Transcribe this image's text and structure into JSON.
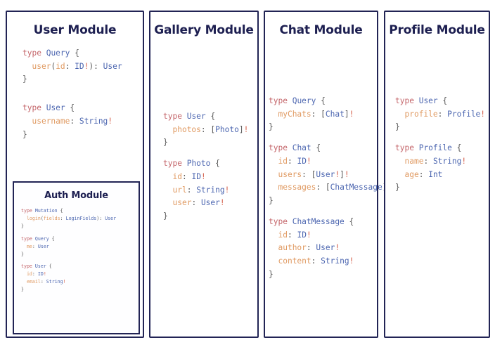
{
  "theme": {
    "border_color": "#222455",
    "title_color": "#1d1f51",
    "keyword_color": "#c4656a",
    "typename_color": "#4c66b0",
    "field_color": "#e09a62",
    "bang_color": "#d45f4a",
    "punctuation_color": "#5a5a5a",
    "background": "#ffffff"
  },
  "panels": {
    "user": {
      "title": "User Module",
      "code_lines": [
        "type Query {",
        "  user(id: ID!): User",
        "}",
        "",
        "",
        "type User {",
        "  username: String!",
        "}"
      ]
    },
    "auth": {
      "title": "Auth Module",
      "code_lines": [
        "type Mutation {",
        "  login(fields: LoginFields): User",
        "}",
        "",
        "type Query {",
        "  me: User",
        "}",
        "",
        "type User {",
        "  id: ID!",
        "  email: String!",
        "}"
      ]
    },
    "gallery": {
      "title": "Gallery Module",
      "code_lines": [
        "type User {",
        "  photos: [Photo]!",
        "}",
        "",
        "type Photo {",
        "  id: ID!",
        "  url: String!",
        "  user: User!",
        "}"
      ]
    },
    "chat": {
      "title": "Chat Module",
      "code_lines": [
        "type Query {",
        "  myChats: [Chat]!",
        "}",
        "",
        "type Chat {",
        "  id: ID!",
        "  users: [User!]!",
        "  messages: [ChatMessage]!",
        "}",
        "",
        "type ChatMessage {",
        "  id: ID!",
        "  author: User!",
        "  content: String!",
        "}"
      ]
    },
    "profile": {
      "title": "Profile Module",
      "code_lines": [
        "type User {",
        "  profile: Profile!",
        "}",
        "",
        "type Profile {",
        "  name: String!",
        "  age: Int",
        "}"
      ]
    }
  }
}
